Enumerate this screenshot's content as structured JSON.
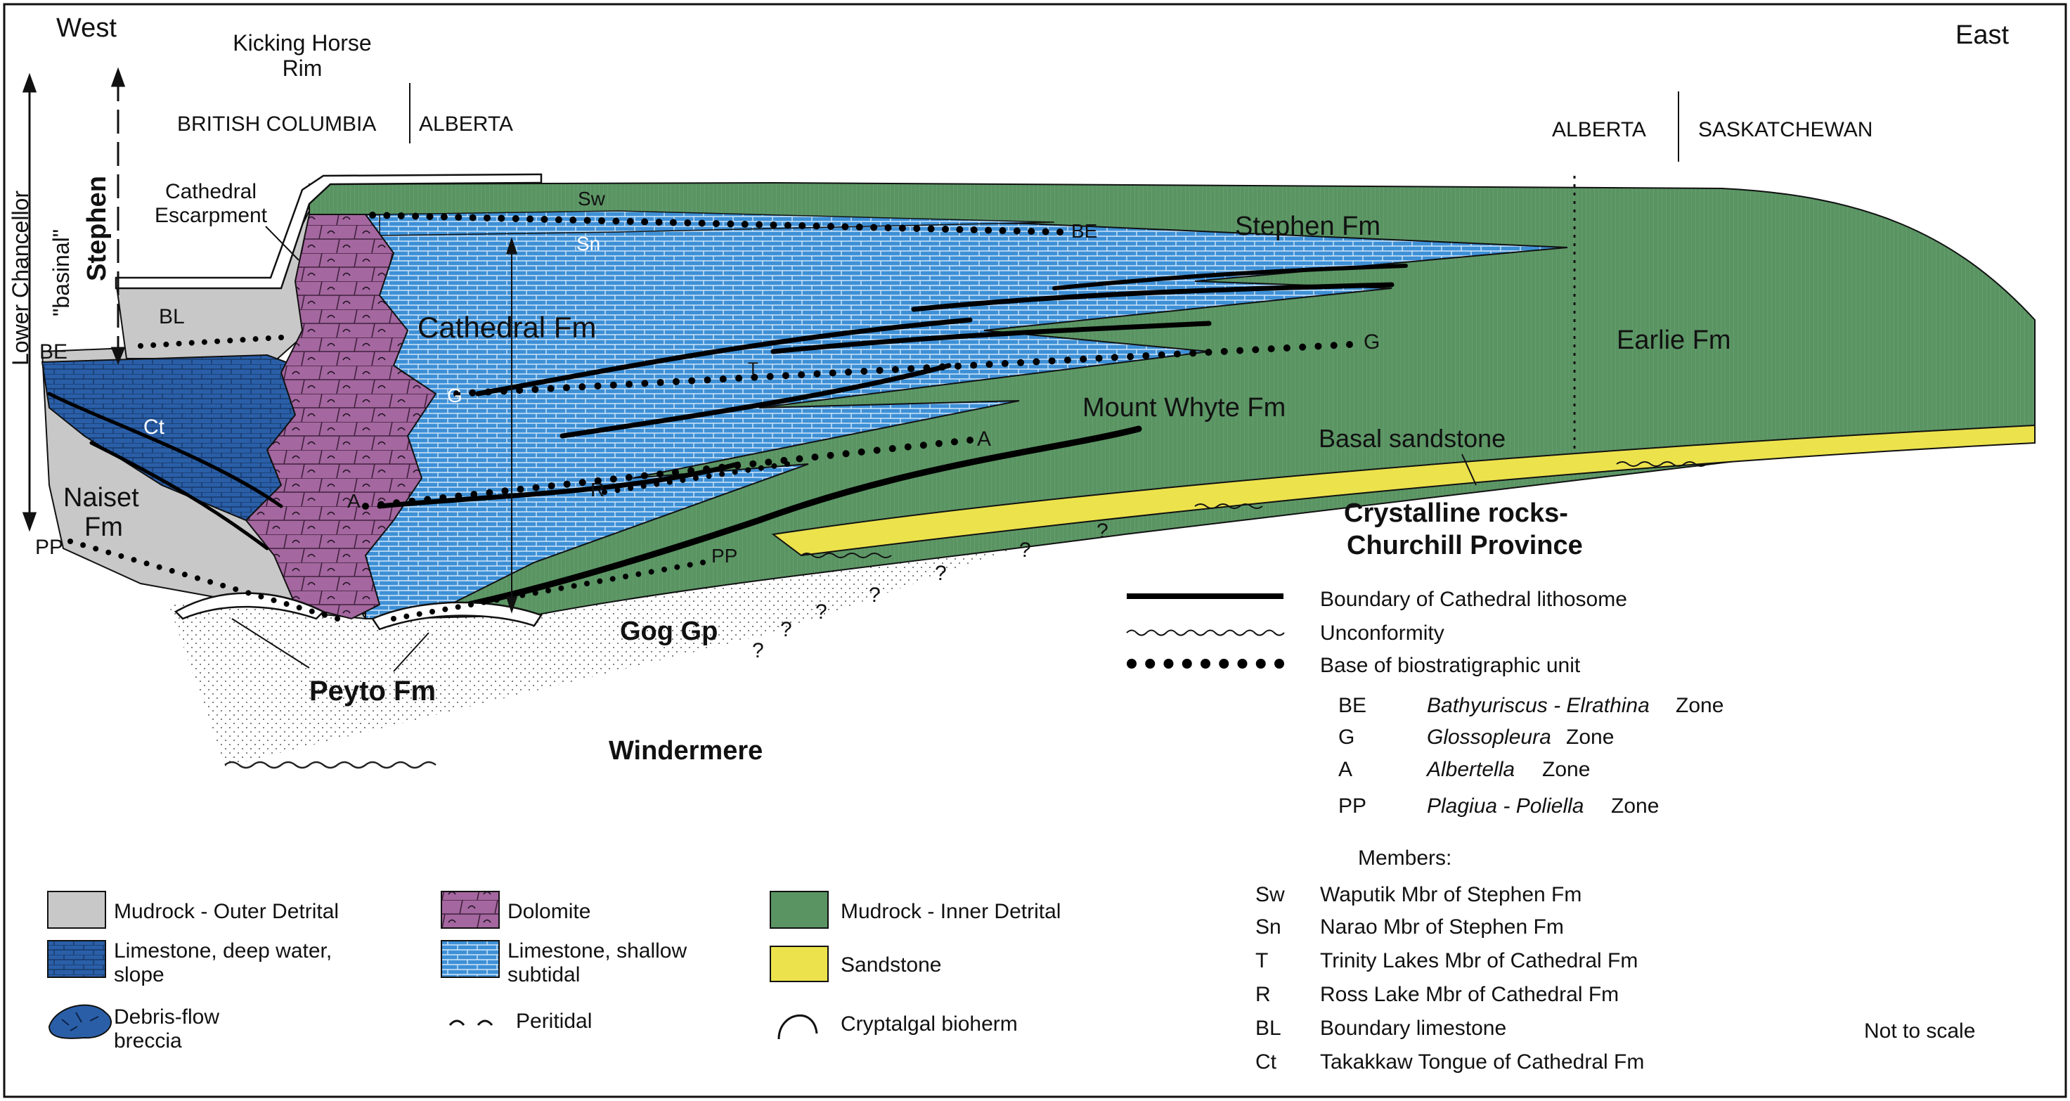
{
  "directions": {
    "west": "West",
    "east": "East"
  },
  "places": {
    "kicking_horse_line1": "Kicking Horse",
    "kicking_horse_line2": "Rim",
    "british_columbia": "BRITISH COLUMBIA",
    "alberta_1": "ALBERTA",
    "alberta_2": "ALBERTA",
    "saskatchewan": "SASKATCHEWAN",
    "cathedral_escarpment_line1": "Cathedral",
    "cathedral_escarpment_line2": "Escarpment"
  },
  "side_labels": {
    "stephen": "Stephen",
    "lower_chancellor": "Lower Chancellor",
    "basinal": "\"basinal\""
  },
  "units": {
    "stephen_fm": "Stephen Fm",
    "cathedral_fm": "Cathedral Fm",
    "mount_whyte_fm": "Mount Whyte Fm",
    "earlie_fm": "Earlie Fm",
    "basal_sandstone": "Basal sandstone",
    "crystalline_line1": "Crystalline rocks-",
    "crystalline_line2": "Churchill Province",
    "gog_gp": "Gog Gp",
    "windermere": "Windermere",
    "peyto_fm": "Peyto Fm",
    "naiset_line1": "Naiset",
    "naiset_line2": "Fm"
  },
  "markers": {
    "sw": "Sw",
    "sn": "Sn",
    "be_center": "BE",
    "be_left": "BE",
    "bl": "BL",
    "ct": "Ct",
    "g_left": "G",
    "g_right": "G",
    "t": "T",
    "a_left": "A",
    "a_right": "A",
    "r": "R",
    "pp_left": "PP",
    "pp_center": "PP",
    "question": "?"
  },
  "line_legend": {
    "boundary": "Boundary of Cathedral lithosome",
    "unconformity": "Unconformity",
    "base_unit": "Base of biostratigraphic unit"
  },
  "zones": [
    {
      "code": "BE",
      "name": "Bathyuriscus - Elrathina",
      "suffix": "Zone"
    },
    {
      "code": "G",
      "name": "Glossopleura",
      "suffix": "Zone"
    },
    {
      "code": "A",
      "name": "Albertella",
      "suffix": "Zone"
    },
    {
      "code": "PP",
      "name": "Plagiua - Poliella",
      "suffix": "Zone"
    }
  ],
  "members_heading": "Members:",
  "members": [
    {
      "code": "Sw",
      "name": "Waputik Mbr of Stephen Fm"
    },
    {
      "code": "Sn",
      "name": "Narao Mbr of Stephen Fm"
    },
    {
      "code": "T",
      "name": "Trinity Lakes Mbr of Cathedral Fm"
    },
    {
      "code": "R",
      "name": "Ross Lake Mbr of Cathedral Fm"
    },
    {
      "code": "BL",
      "name": "Boundary limestone"
    },
    {
      "code": "Ct",
      "name": "Takakkaw Tongue of Cathedral Fm"
    }
  ],
  "lithology_legend": {
    "mudrock_outer": "Mudrock - Outer Detrital",
    "limestone_deep_line1": "Limestone, deep water,",
    "limestone_deep_line2": "slope",
    "debris_line1": "Debris-flow",
    "debris_line2": "breccia",
    "dolomite": "Dolomite",
    "limestone_shallow_line1": "Limestone, shallow",
    "limestone_shallow_line2": "subtidal",
    "peritidal": "Peritidal",
    "mudrock_inner": "Mudrock - Inner Detrital",
    "sandstone": "Sandstone",
    "bioherm": "Cryptalgal bioherm"
  },
  "note": "Not to scale",
  "colors": {
    "green": "#5a9463",
    "blue_shallow": "#3e90d6",
    "blue_deep": "#2a5fa8",
    "purple": "#a4679f",
    "gray": "#c8c8c8",
    "yellow": "#ece24c"
  }
}
